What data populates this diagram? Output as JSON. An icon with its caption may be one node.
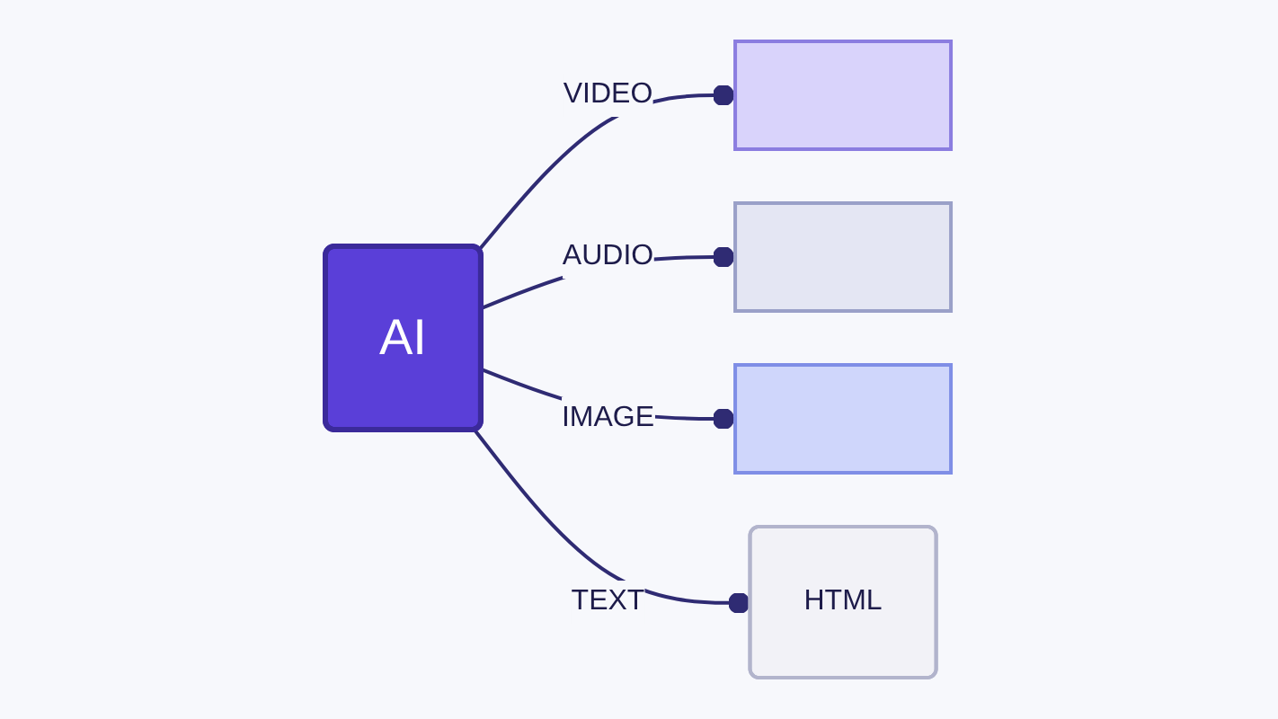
{
  "diagram": {
    "nodes": [
      {
        "text": [
          "AI"
        ]
      },
      {
        "text": [],
        "shape": "box"
      },
      {
        "text": [],
        "shape": "box"
      },
      {
        "text": [],
        "shape": "box"
      },
      {
        "text": [
          "HTML"
        ]
      }
    ],
    "edges": [
      {
        "from": 0,
        "to": 1,
        "label": "VIDEO",
        "arrow": "other"
      },
      {
        "from": 0,
        "to": 2,
        "label": "AUDIO",
        "arrow": "other"
      },
      {
        "from": 0,
        "to": 3,
        "label": "IMAGE",
        "arrow": "other"
      },
      {
        "from": 0,
        "to": 4,
        "label": "TEXT",
        "arrow": "other"
      }
    ]
  }
}
